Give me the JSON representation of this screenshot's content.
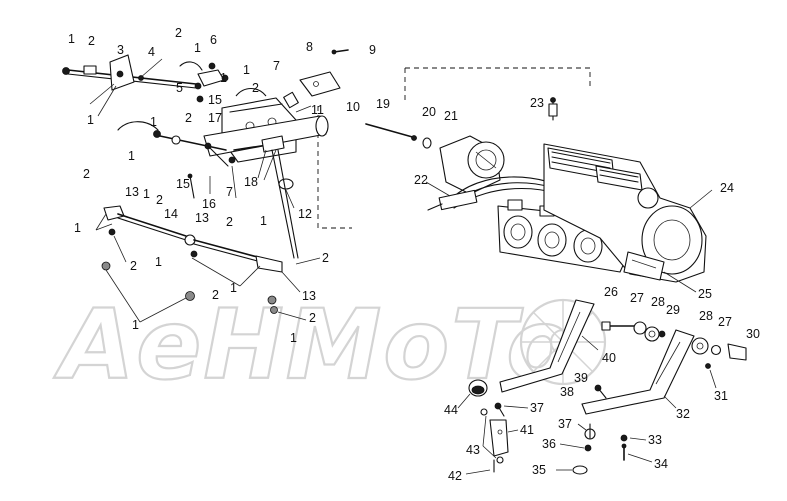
{
  "watermark": "AeHMoTo",
  "callouts": {
    "c1": "1",
    "c2": "2",
    "c3": "3",
    "c4": "4",
    "c5": "5",
    "c6": "6",
    "c7": "7",
    "c8": "8",
    "c9": "9",
    "c10": "10",
    "c11": "11",
    "c12": "12",
    "c13": "13",
    "c14": "14",
    "c15": "15",
    "c16": "16",
    "c17": "17",
    "c18": "18",
    "c19": "19",
    "c20": "20",
    "c21": "21",
    "c22": "22",
    "c23": "23",
    "c24": "24",
    "c25": "25",
    "c26": "26",
    "c27": "27",
    "c28": "28",
    "c29": "29",
    "c30": "30",
    "c31": "31",
    "c32": "32",
    "c33": "33",
    "c34": "34",
    "c35": "35",
    "c36": "36",
    "c37": "37",
    "c38": "38",
    "c39": "39",
    "c40": "40",
    "c41": "41",
    "c42": "42",
    "c43": "43",
    "c44": "44"
  }
}
